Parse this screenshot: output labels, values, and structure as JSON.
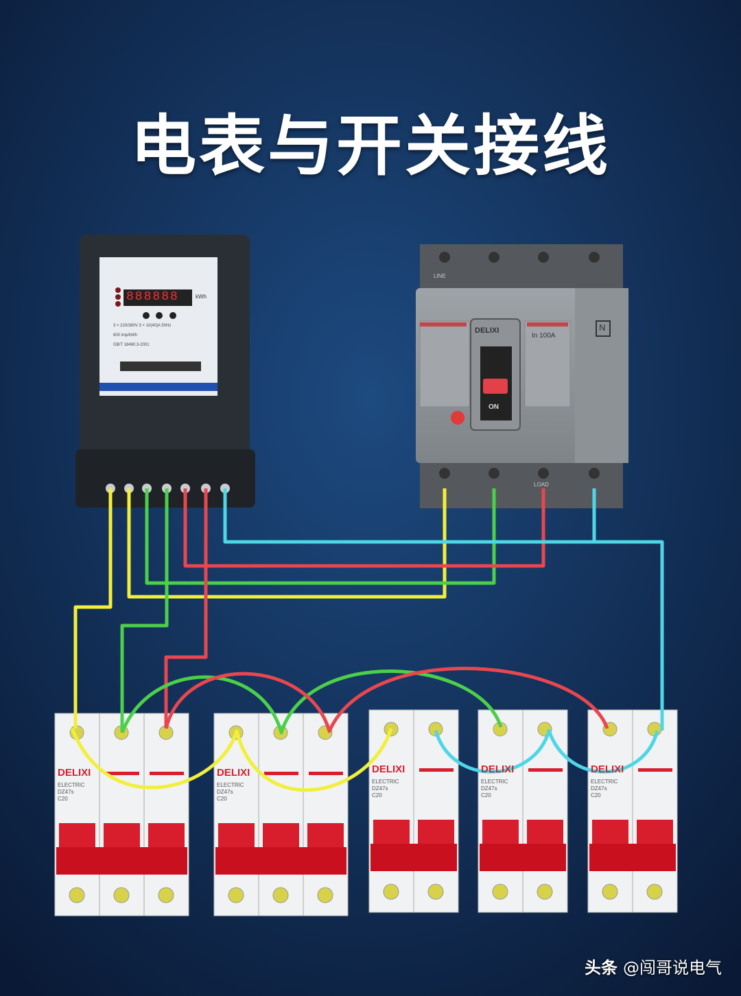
{
  "title": "电表与开关接线",
  "watermark": {
    "platform": "头条",
    "author": "@闯哥说电气"
  },
  "meter": {
    "display": "888888",
    "unit": "kWh",
    "spec_line": "3 × 220/380V  3 × 10(40)A  50Hz",
    "constant": "800 imp/kWh",
    "standard": "GB/T 18460.3-2001"
  },
  "main_breaker": {
    "brand": "DELIXI",
    "rating": "In 100A",
    "switch_label": "ON",
    "neutral_label": "N",
    "line_label": "LINE",
    "load_label": "LOAD"
  },
  "mcb": {
    "brand": "DELIXI",
    "sub": "ELECTRIC",
    "model": "DZ47s",
    "rating": "C20"
  },
  "colors": {
    "background": "#0d2244",
    "yellow": "#f2ef3a",
    "green": "#4ccf4a",
    "red": "#e8474f",
    "cyan": "#4fd6e6",
    "breaker_red": "#d81e2c"
  }
}
